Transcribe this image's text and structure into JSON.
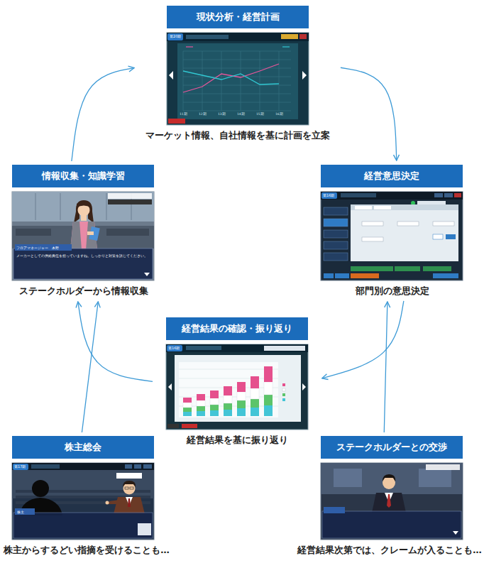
{
  "diagram": {
    "nodes": [
      {
        "text": [
          "現状分析・経営計画",
          "マーケット情報、自社情報を基に計画を立案"
        ]
      },
      {
        "text": [
          "情報収集・知識学習",
          "ステークホルダーから情報収集"
        ]
      },
      {
        "text": [
          "経営意思決定",
          "部門別の意思決定"
        ]
      },
      {
        "text": [
          "経営結果の確認・振り返り",
          "経営結果を基に振り返り"
        ]
      },
      {
        "text": [
          "株主総会",
          "株主からするどい指摘を受けることも…"
        ]
      },
      {
        "text": [
          "ステークホルダーとの交渉",
          "経営結果次第では、クレームが入ることも…"
        ]
      }
    ],
    "edges": [
      {
        "from": 0,
        "to": 2,
        "arrow": "to"
      },
      {
        "from": 2,
        "to": 3,
        "arrow": "to"
      },
      {
        "from": 3,
        "to": 1,
        "arrow": "to"
      },
      {
        "from": 1,
        "to": 0,
        "arrow": "to"
      },
      {
        "from": 4,
        "to": 1,
        "arrow": "to"
      },
      {
        "from": 5,
        "to": 2,
        "arrow": "to"
      }
    ],
    "labels": [
      "第20期",
      "11期",
      "12期",
      "13期",
      "14期",
      "15期",
      "16期",
      "フロアマネージャー　木野",
      "メーカーとしての供給責任を担っていますね。しっかりと対策を講じてください。",
      "第16期",
      "第16期",
      "第17期",
      "株主"
    ]
  }
}
